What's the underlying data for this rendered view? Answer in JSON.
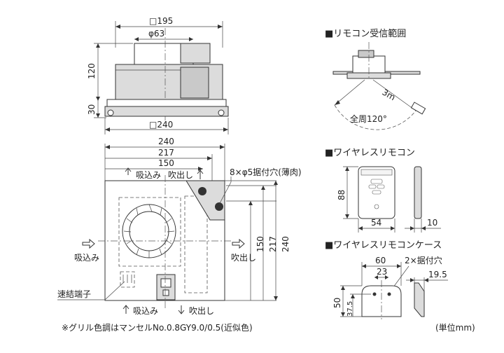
{
  "top_view": {
    "dim_width_top": "□195",
    "dim_duct": "φ63",
    "dim_height": "120",
    "dim_flange": "30",
    "dim_width_bottom": "□240"
  },
  "front_view": {
    "dim_240": "240",
    "dim_217": "217",
    "dim_150": "150",
    "dim_v150": "150",
    "dim_v217": "217",
    "dim_v240": "240",
    "hole_callout": "8×φ5据付穴(薄肉)",
    "intake_top": "吸込み",
    "exhaust_top": "吹出し",
    "intake_left": "吸込み",
    "exhaust_right": "吹出し",
    "intake_bottom": "吸込み",
    "exhaust_bottom": "吹出し",
    "terminal_label": "速結端子"
  },
  "remote_range": {
    "title": "■リモコン受信範囲",
    "distance": "3m",
    "angle": "全周120°"
  },
  "wireless_remote": {
    "title": "■ワイヤレスリモコン",
    "height": "88",
    "width": "54",
    "depth": "10"
  },
  "remote_case": {
    "title": "■ワイヤレスリモコンケース",
    "width": "60",
    "hole_pitch": "23",
    "hole_callout": "2×据付穴",
    "height": "50",
    "hole_height": "37.5",
    "depth": "19.5"
  },
  "footnote": "※グリル色調はマンセルNo.0.8GY9.0/0.5(近似色)",
  "unit_note": "(単位mm)"
}
